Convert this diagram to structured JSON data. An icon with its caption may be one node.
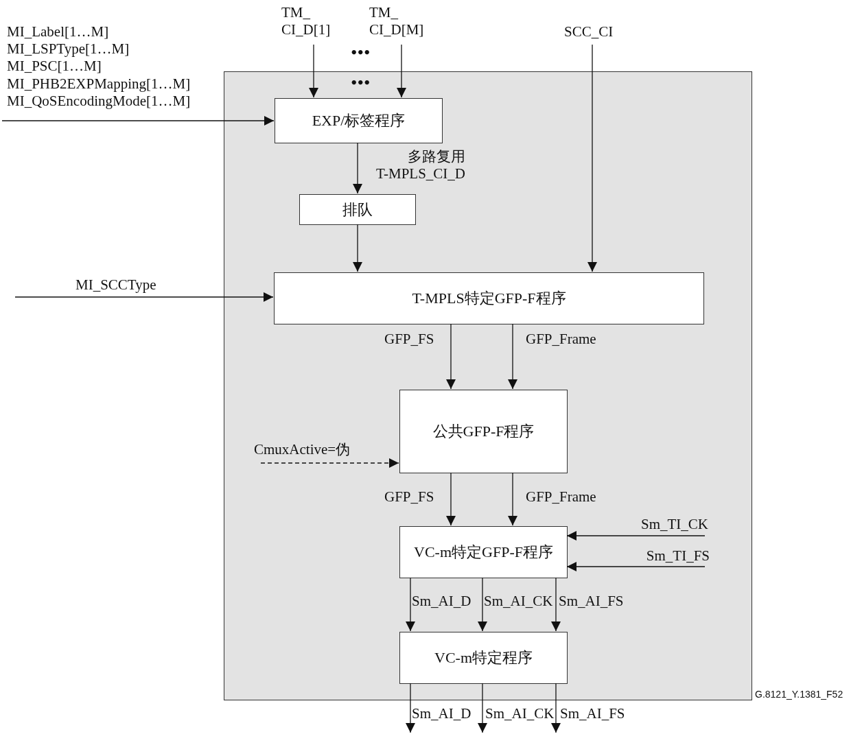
{
  "diagram": {
    "nodes": [
      {
        "text": [],
        "shape": "box"
      },
      {
        "text": [
          "EXP/标签程序"
        ],
        "in": 0
      },
      {
        "text": [
          "排队"
        ],
        "in": 0
      },
      {
        "text": [
          "T-MPLS特定GFP-F程序"
        ],
        "in": 0
      },
      {
        "text": [
          "公共GFP-F程序"
        ],
        "in": 0
      },
      {
        "text": [
          "VC-m特定GFP-F程序"
        ],
        "in": 0
      },
      {
        "text": [
          "VC-m特定程序"
        ],
        "in": 0
      }
    ],
    "edges": [
      {
        "from": null,
        "to": 1,
        "arrow": "to",
        "label": "TM_ CI_D[1]"
      },
      {
        "from": null,
        "to": 1,
        "arrow": "to",
        "label": "TM_ CI_D[M]"
      },
      {
        "from": null,
        "to": 1,
        "arrow": "to",
        "label": "MI_Label[1…M] MI_LSPType[1…M] MI_PSC[1…M] MI_PHB2EXPMapping[1…M] MI_QoSEncodingMode[1…M]"
      },
      {
        "from": 1,
        "to": 2,
        "arrow": "to",
        "label": "多路复用 T-MPLS_CI_D"
      },
      {
        "from": 2,
        "to": 3,
        "arrow": "to"
      },
      {
        "from": null,
        "to": 3,
        "arrow": "to",
        "label": "SCC_CI"
      },
      {
        "from": null,
        "to": 3,
        "arrow": "to",
        "label": "MI_SCCType"
      },
      {
        "from": 3,
        "to": 4,
        "arrow": "to",
        "label": "GFP_FS"
      },
      {
        "from": 3,
        "to": 4,
        "arrow": "to",
        "label": "GFP_Frame"
      },
      {
        "from": null,
        "to": 4,
        "arrow": "to",
        "label": "CmuxActive=伪",
        "style": "dashed"
      },
      {
        "from": 4,
        "to": 5,
        "arrow": "to",
        "label": "GFP_FS"
      },
      {
        "from": 4,
        "to": 5,
        "arrow": "to",
        "label": "GFP_Frame"
      },
      {
        "from": null,
        "to": 5,
        "arrow": "to",
        "label": "Sm_TI_CK"
      },
      {
        "from": null,
        "to": 5,
        "arrow": "to",
        "label": "Sm_TI_FS"
      },
      {
        "from": 5,
        "to": 6,
        "arrow": "to",
        "label": "Sm_AI_D"
      },
      {
        "from": 5,
        "to": 6,
        "arrow": "to",
        "label": "Sm_AI_CK"
      },
      {
        "from": 5,
        "to": 6,
        "arrow": "to",
        "label": "Sm_AI_FS"
      },
      {
        "from": 6,
        "to": null,
        "arrow": "to",
        "label": "Sm_AI_D"
      },
      {
        "from": 6,
        "to": null,
        "arrow": "to",
        "label": "Sm_AI_CK"
      },
      {
        "from": 6,
        "to": null,
        "arrow": "to",
        "label": "Sm_AI_FS"
      }
    ],
    "labels": [
      "•••",
      "•••",
      "G.8121_Y.1381_F52"
    ]
  }
}
